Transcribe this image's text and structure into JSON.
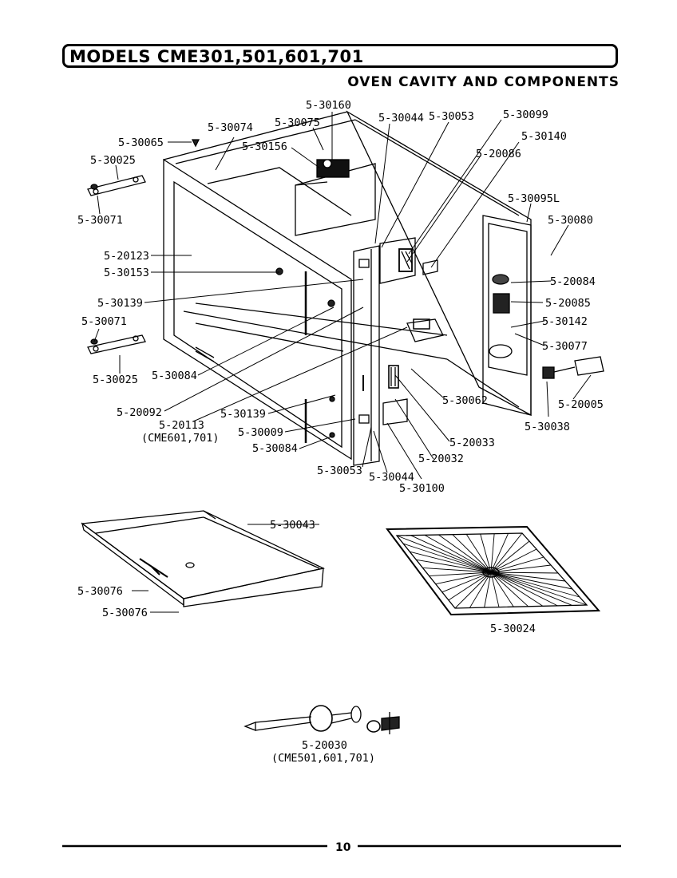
{
  "header": {
    "models_title": "MODELS CME301,501,601,701",
    "section_title": "OVEN CAVITY AND COMPONENTS"
  },
  "labels": {
    "p30160": "5-30160",
    "p30044a": "5-30044",
    "p30053a": "5-30053",
    "p30099": "5-30099",
    "p30074": "5-30074",
    "p30075": "5-30075",
    "p30140": "5-30140",
    "p30065": "5-30065",
    "p30156": "5-30156",
    "p20086": "5-20086",
    "p30025a": "5-30025",
    "p30095L": "5-30095L",
    "p30080": "5-30080",
    "p30071a": "5-30071",
    "p20123": "5-20123",
    "p30153": "5-30153",
    "p20084": "5-20084",
    "p30139a": "5-30139",
    "p20085": "5-20085",
    "p30142": "5-30142",
    "p30071b": "5-30071",
    "p30077": "5-30077",
    "p30025b": "5-30025",
    "p30084a": "5-30084",
    "p30062": "5-30062",
    "p20005": "5-20005",
    "p20092": "5-20092",
    "p30139b": "5-30139",
    "p30038": "5-30038",
    "p20113": "5-20113",
    "p20113_note": "(CME601,701)",
    "p30009": "5-30009",
    "p20033": "5-20033",
    "p30084b": "5-30084",
    "p20032": "5-20032",
    "p30053b": "5-30053",
    "p30044b": "5-30044",
    "p30100": "5-30100",
    "p30043": "5-30043",
    "p30076a": "5-30076",
    "p30076b": "5-30076",
    "p30024": "5-30024",
    "p20030": "5-20030",
    "p20030_note": "(CME501,601,701)"
  },
  "footer": {
    "page_number": "10"
  }
}
